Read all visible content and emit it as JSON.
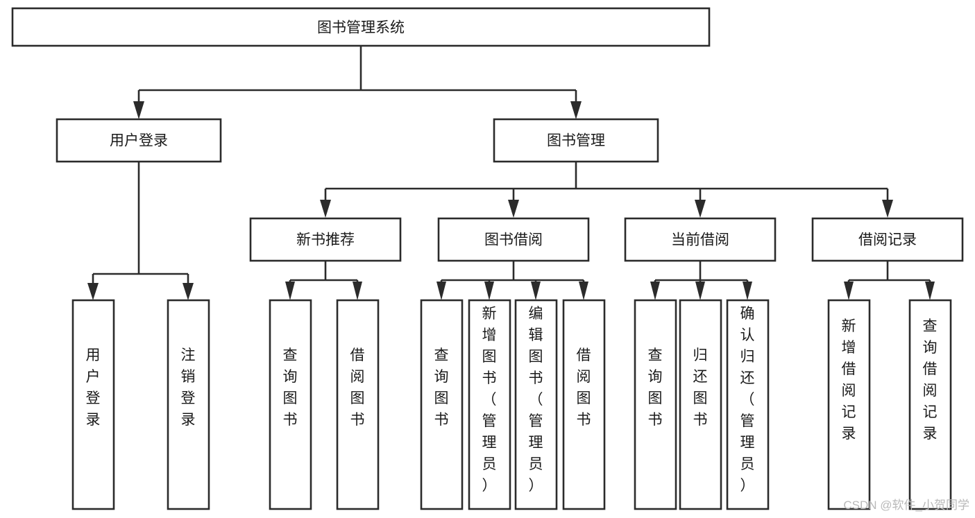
{
  "diagram": {
    "type": "hierarchy-tree",
    "title": "图书管理系统",
    "root": {
      "id": "root",
      "label": "图书管理系统",
      "orientation": "horizontal"
    },
    "level2": [
      {
        "id": "user-login",
        "label": "用户登录",
        "orientation": "horizontal"
      },
      {
        "id": "book-management",
        "label": "图书管理",
        "orientation": "horizontal"
      }
    ],
    "level3": [
      {
        "id": "new-book-recommend",
        "label": "新书推荐",
        "orientation": "horizontal",
        "parent": "book-management"
      },
      {
        "id": "book-borrow",
        "label": "图书借阅",
        "orientation": "horizontal",
        "parent": "book-management"
      },
      {
        "id": "current-borrow",
        "label": "当前借阅",
        "orientation": "horizontal",
        "parent": "book-management"
      },
      {
        "id": "borrow-record",
        "label": "借阅记录",
        "orientation": "horizontal",
        "parent": "book-management"
      }
    ],
    "leaves": [
      {
        "id": "leaf-user-login",
        "label": "用户登录",
        "orientation": "vertical",
        "parent": "user-login"
      },
      {
        "id": "leaf-logout",
        "label": "注销登录",
        "orientation": "vertical",
        "parent": "user-login"
      },
      {
        "id": "leaf-query-book-1",
        "label": "查询图书",
        "orientation": "vertical",
        "parent": "new-book-recommend"
      },
      {
        "id": "leaf-borrow-book-1",
        "label": "借阅图书",
        "orientation": "vertical",
        "parent": "new-book-recommend"
      },
      {
        "id": "leaf-query-book-2",
        "label": "查询图书",
        "orientation": "vertical",
        "parent": "book-borrow"
      },
      {
        "id": "leaf-add-book",
        "label": "新增图书（管理员）",
        "orientation": "vertical",
        "parent": "book-borrow"
      },
      {
        "id": "leaf-edit-book",
        "label": "编辑图书（管理员）",
        "orientation": "vertical",
        "parent": "book-borrow"
      },
      {
        "id": "leaf-borrow-book-2",
        "label": "借阅图书",
        "orientation": "vertical",
        "parent": "book-borrow"
      },
      {
        "id": "leaf-query-book-3",
        "label": "查询图书",
        "orientation": "vertical",
        "parent": "current-borrow"
      },
      {
        "id": "leaf-return-book",
        "label": "归还图书",
        "orientation": "vertical",
        "parent": "current-borrow"
      },
      {
        "id": "leaf-confirm-return",
        "label": "确认归还（管理员）",
        "orientation": "vertical",
        "parent": "current-borrow"
      },
      {
        "id": "leaf-add-record",
        "label": "新增借阅记录",
        "orientation": "vertical",
        "parent": "borrow-record"
      },
      {
        "id": "leaf-query-record",
        "label": "查询借阅记录",
        "orientation": "vertical",
        "parent": "borrow-record"
      }
    ],
    "colors": {
      "stroke": "#2b2b2b",
      "fill": "#ffffff",
      "text": "#1a1a1a",
      "background": "#ffffff",
      "watermark": "#b9b9b9"
    }
  },
  "watermark": {
    "text": "CSDN @软件_小贺同学"
  }
}
